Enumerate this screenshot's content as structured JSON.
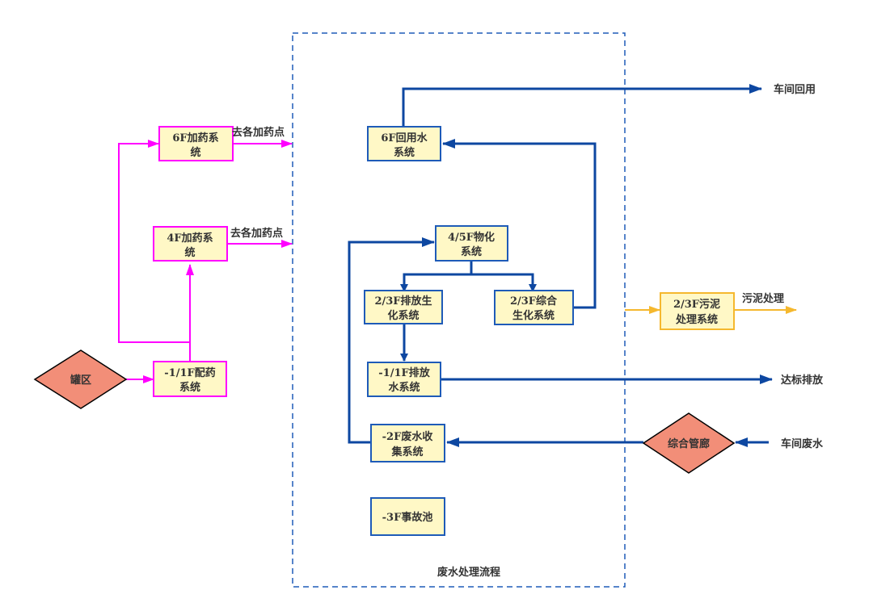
{
  "title": "废水处理流程",
  "colors": {
    "box_fill": "#FFF8C6",
    "blue": "#0D47A1",
    "magenta": "#FF00FF",
    "orange": "#F5B82E",
    "diamond_fill": "#F28E78",
    "region_border": "#1E5BB8",
    "text": "#333333"
  },
  "nodes": {
    "tank_area": {
      "label": "罐区",
      "shape": "diamond"
    },
    "dosing_prep": {
      "lines": [
        "-1/1F配药",
        "系统"
      ]
    },
    "dosing_4f": {
      "lines": [
        "4F加药系",
        "统"
      ]
    },
    "dosing_6f": {
      "lines": [
        "6F加药系",
        "统"
      ]
    },
    "reuse_6f": {
      "lines": [
        "6F回用水",
        "系统"
      ]
    },
    "physchem_45f": {
      "lines": [
        "4/5F物化",
        "系统"
      ]
    },
    "discharge_bio_23f": {
      "lines": [
        "2/3F排放生",
        "化系统"
      ]
    },
    "combined_bio_23f": {
      "lines": [
        "2/3F综合",
        "生化系统"
      ]
    },
    "discharge_water_1f": {
      "lines": [
        "-1/1F排放",
        "水系统"
      ]
    },
    "collection_2f": {
      "lines": [
        "-2F废水收",
        "集系统"
      ]
    },
    "emergency_pool_3f": {
      "lines": [
        "-3F事故池"
      ]
    },
    "sludge_23f": {
      "lines": [
        "2/3F污泥",
        "处理系统"
      ]
    },
    "pipe_gallery": {
      "label": "综合管廊",
      "shape": "diamond"
    }
  },
  "edge_labels": {
    "to_dosing_points_6f": "去各加药点",
    "to_dosing_points_4f": "去各加药点",
    "workshop_reuse": "车间回用",
    "sludge_disposal": "污泥处理",
    "compliant_discharge": "达标排放",
    "workshop_wastewater": "车间废水"
  }
}
